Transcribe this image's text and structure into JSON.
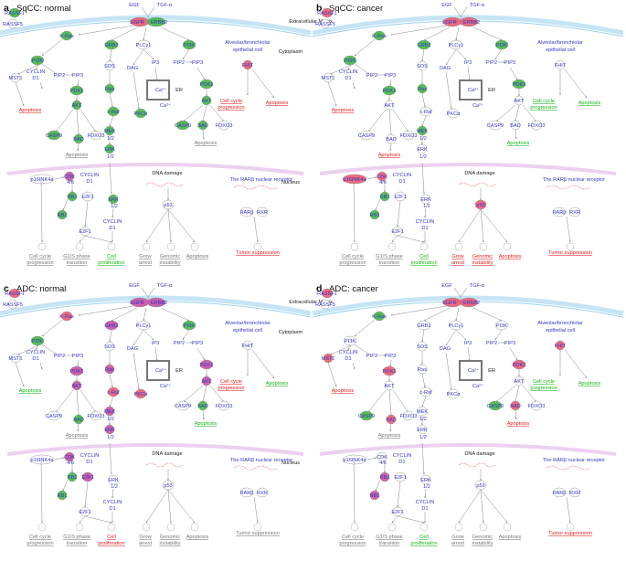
{
  "panels": [
    {
      "letter": "a",
      "title": "SqCC: normal"
    },
    {
      "letter": "b",
      "title": "SqCC: cancer"
    },
    {
      "letter": "c",
      "title": "ADC: normal"
    },
    {
      "letter": "d",
      "title": "ADC: cancer"
    }
  ],
  "compartments": {
    "ecm": "Extracellular Matrix",
    "cytoplasm": "Cytoplasm",
    "nucleus": "Nucleus"
  },
  "labels": {
    "egf": "EGF",
    "tgfa": "TGF-α",
    "egfr": "EGFR",
    "erbb2": "ERBB2",
    "rassf1": "RASSF1",
    "rassf5": "RASSF5",
    "kras": "K-Ras",
    "grb2": "GRB2",
    "plcg1": "PLCγ1",
    "pi3k": "PI3K",
    "alveolar": "Alveolar/bronchiolar",
    "epithelial": "epithelial cell",
    "fhit": "FHIT",
    "mst1": "MST1",
    "cyclin": "CYCLIN",
    "d1": "D1",
    "pip2": "PIP2",
    "pip3": "PIP3",
    "sos": "SOS",
    "ras": "Ras",
    "dag": "DAG",
    "ip3": "IP3",
    "ca": "Ca²⁺",
    "er": "ER",
    "pdk1": "PDK1",
    "akt": "AKT",
    "craf": "c-Raf",
    "pkca": "PKCα",
    "casp9": "CASP9",
    "bad": "BAD",
    "foxo3": "FOXO3",
    "mek": "MEK",
    "erk": "ERK",
    "half": "1/2",
    "p16": "p16INK4a",
    "cdk": "CDK",
    "cdk46": "4/6",
    "rb1": "RB1",
    "e2f1": "E2F1",
    "e2f1b": "E2F1",
    "dnadamage": "DNA damage",
    "p53": "p53",
    "rarnr": "The RARβ nuclear receptor",
    "rarb": "RARβ",
    "rxr": "RXR"
  },
  "outcomes": {
    "apoptosis": "Apoptosis",
    "cellcycle1": "Cell cycle",
    "cellcycle2": "progression",
    "g1s1": "G1/S phase",
    "g1s2": "transition",
    "prolif1": "Cell",
    "prolif2": "proliferation",
    "grow1": "Grow",
    "grow2": "arrest",
    "genomic1": "Genomic",
    "genomic2": "instability",
    "tumor": "Tumor suppression",
    "ccp1": "Cell cycle",
    "ccp2": "progression"
  },
  "colors": {
    "up": "#e8506a",
    "down": "#36b336",
    "mixed": "#c4469a",
    "neutral": "#ffffff",
    "membrane": "#9fd2ee",
    "nucmembrane": "#e6c4ec",
    "node_text": "#3535c8"
  },
  "states": {
    "a": {
      "egfr": "up",
      "erbb2": "down",
      "rassf1": "down",
      "kras": "down",
      "grb2": "down",
      "pi3k": "down",
      "ras": "down",
      "pdk1": "down",
      "akt": "down",
      "mek": "down",
      "erk": "down",
      "craf": "down",
      "pkca": "down",
      "bad": "down",
      "cdk": "mixed",
      "rb1": "down",
      "erk2": "down",
      "fhit": "up",
      "casp9": "down"
    },
    "b": {
      "rassf1": "up",
      "kras": "down",
      "egfr": "up",
      "erbb2": "up",
      "grb2": "down",
      "pi3k": "down",
      "ras": "down",
      "mek": "down",
      "pdk1": "down",
      "cdk": "up",
      "p16": "up",
      "p53": "up",
      "rb1": "down"
    },
    "c": {
      "egfr": "mixed",
      "erbb2": "mixed",
      "rassf1": "up",
      "kras": "up",
      "grb2": "mixed",
      "pi3k": "down",
      "ras": "mixed",
      "akt": "mixed",
      "pdk1": "mixed",
      "craf": "up",
      "pkca": "up",
      "mek": "mixed",
      "erk": "mixed",
      "cdk": "mixed",
      "rb1": "down",
      "e2f1": "mixed",
      "bad": "down",
      "pik3": "down"
    },
    "d": {
      "rassf1": "up",
      "kras": "down",
      "egfr": "up",
      "erbb2": "up",
      "bad": "up",
      "casp9": "down",
      "mst1": "up",
      "rb1": "mixed",
      "pdk1": "up",
      "fhit": "up"
    }
  },
  "outcome_colors": {
    "a": {
      "apop1": "rd",
      "ccp": "rd",
      "apop2": "rd",
      "apop3": "g",
      "apop4": "g",
      "cc": "g",
      "g1s": "g",
      "prolif": "gr",
      "grow": "g",
      "genomic": "g",
      "apop5": "g",
      "tumor": "rd"
    },
    "b": {
      "apop1": "rd",
      "ccp": "gr",
      "apop2": "gr",
      "apop3": "rd",
      "apop4": "gr",
      "cc": "g",
      "g1s": "g",
      "prolif": "gr",
      "grow": "rd",
      "genomic": "rd",
      "apop5": "rd",
      "tumor": "rd"
    },
    "c": {
      "apop1": "gr",
      "ccp": "rd",
      "apop2": "gr",
      "apop3": "g",
      "apop4": "gr",
      "cc": "g",
      "g1s": "g",
      "prolif": "rd",
      "grow": "g",
      "genomic": "g",
      "apop5": "g",
      "tumor": "g"
    },
    "d": {
      "apop1": "rd",
      "ccp": "gr",
      "apop2": "gr",
      "apop3": "g",
      "apop4": "rd",
      "cc": "g",
      "g1s": "g",
      "prolif": "gr",
      "grow": "g",
      "genomic": "g",
      "apop5": "g",
      "tumor": "rd"
    }
  }
}
